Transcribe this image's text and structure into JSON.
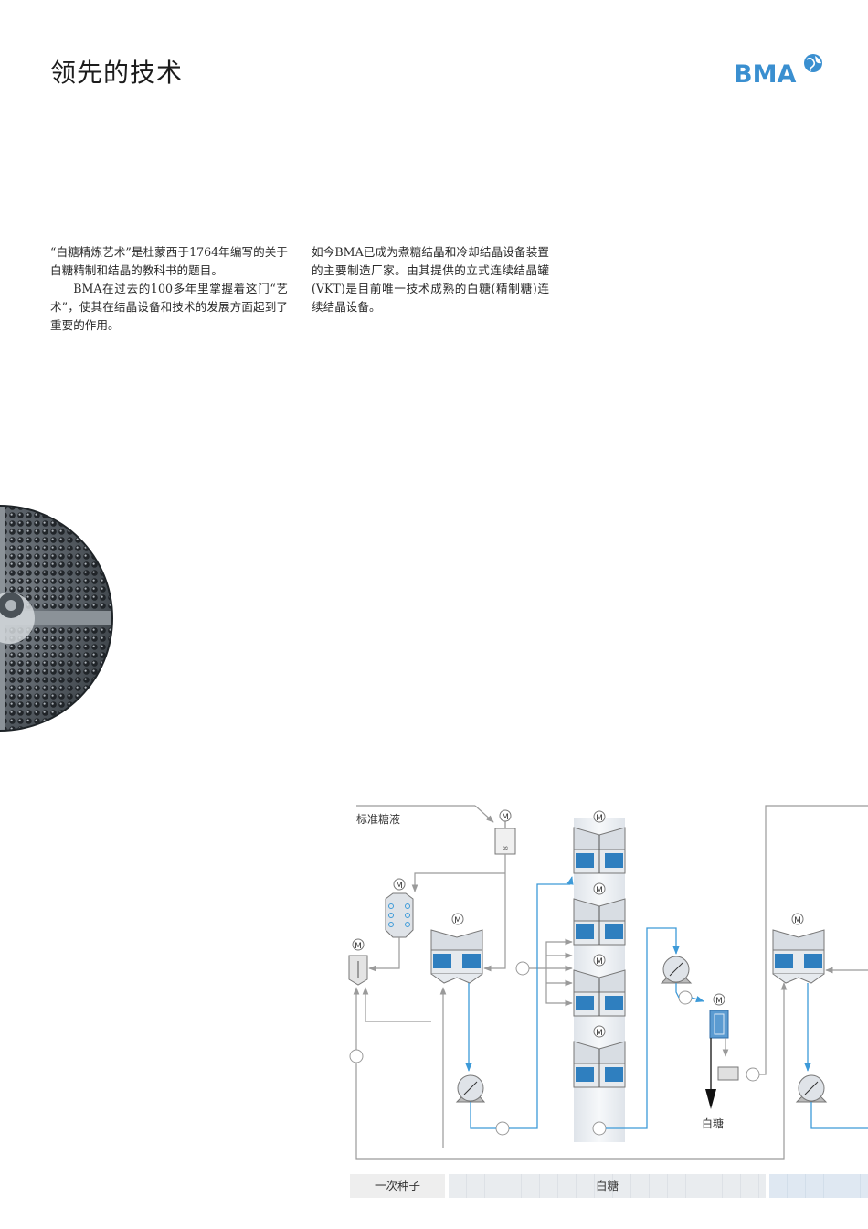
{
  "header": {
    "title": "领先的技术",
    "logo_text": "BMA"
  },
  "intro": {
    "left_p1": "“白糖精炼艺术”是杜蒙西于1764年编写的关于白糖精制和结晶的教科书的题目。",
    "left_p2": "BMA在过去的100多年里掌握着这门“艺术”，使其在结晶设备和技术的发展方面起到了重要的作用。",
    "right_p1": "如今BMA已成为煮糖结晶和冷却结晶设备装置的主要制造厂家。由其提供的立式连续结晶罐(VKT)是目前唯一技术成熟的白糖(精制糖)连续结晶设备。"
  },
  "diagram": {
    "feed_label": "标准糖液",
    "product_label": "白糖",
    "motor_symbol": "M"
  },
  "legend": {
    "seed": "一次种子",
    "white_sugar": "白糖"
  },
  "colors": {
    "brand_blue": "#3a8fd0",
    "flow_blue": "#3d9ad8",
    "flow_grey": "#9a9a9a",
    "vessel_blue": "#2f7fbf"
  }
}
